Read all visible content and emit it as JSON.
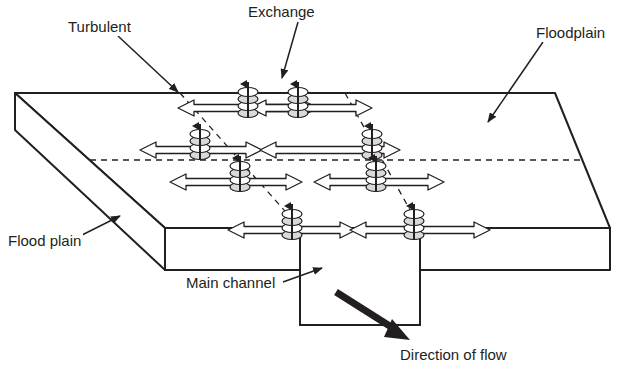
{
  "diagram": {
    "labels": [
      "Turbulent",
      "Exchange",
      "Floodplain",
      "Flood plain",
      "Main channel",
      "Direction of flow"
    ]
  }
}
